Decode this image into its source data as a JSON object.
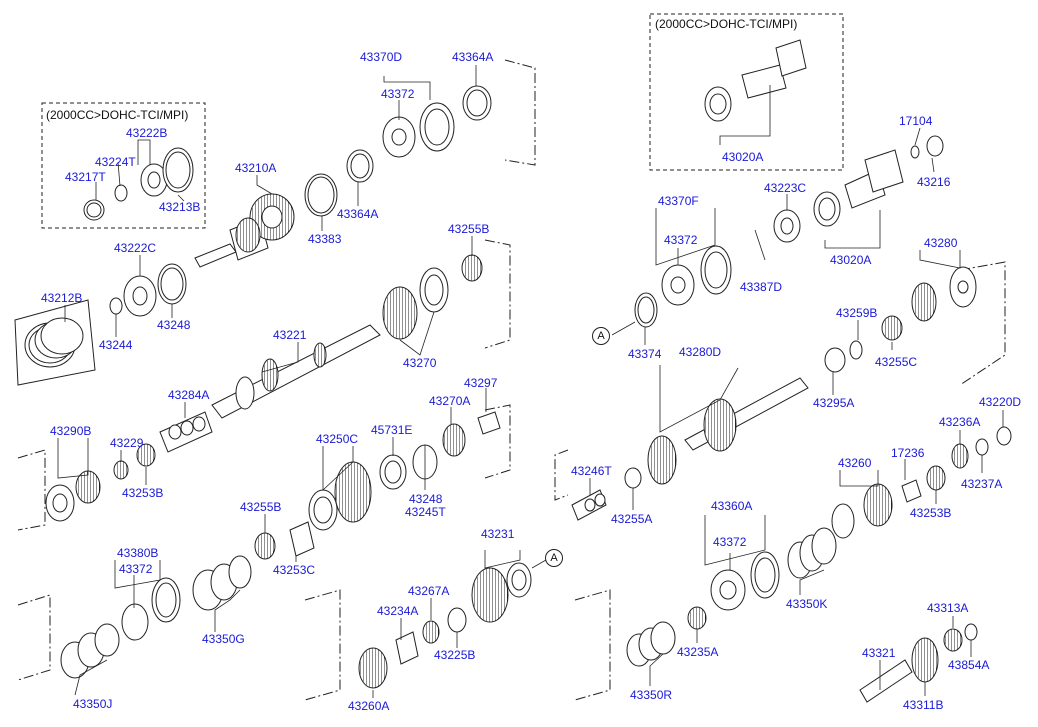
{
  "notes": [
    "(2000CC>DOHC-TCI/MPI)",
    "(2000CC>DOHC-TCI/MPI)"
  ],
  "refs": [
    "A",
    "A"
  ],
  "labels": [
    "43370D",
    "43364A",
    "43372",
    "43222B",
    "43224T",
    "43217T",
    "43213B",
    "43210A",
    "43364A",
    "43383",
    "43255B",
    "43222C",
    "43212B",
    "43248",
    "43244",
    "43221",
    "43270",
    "43284A",
    "43297",
    "43270A",
    "45731E",
    "43290B",
    "43229",
    "43253B",
    "43250C",
    "43248",
    "43245T",
    "43255B",
    "43253C",
    "43380B",
    "43372",
    "43350G",
    "43231",
    "43267A",
    "43234A",
    "43225B",
    "43350J",
    "43260A",
    "43020A",
    "17104",
    "43216",
    "43223C",
    "43370F",
    "43372",
    "43387D",
    "43020A",
    "43280",
    "43374",
    "43280D",
    "43259B",
    "43255C",
    "43295A",
    "43220D",
    "43236A",
    "17236",
    "43237A",
    "43246T",
    "43255A",
    "43260",
    "43253B",
    "43360A",
    "43372",
    "43350K",
    "43313A",
    "43321",
    "43854A",
    "43235A",
    "43350R",
    "43311B"
  ]
}
